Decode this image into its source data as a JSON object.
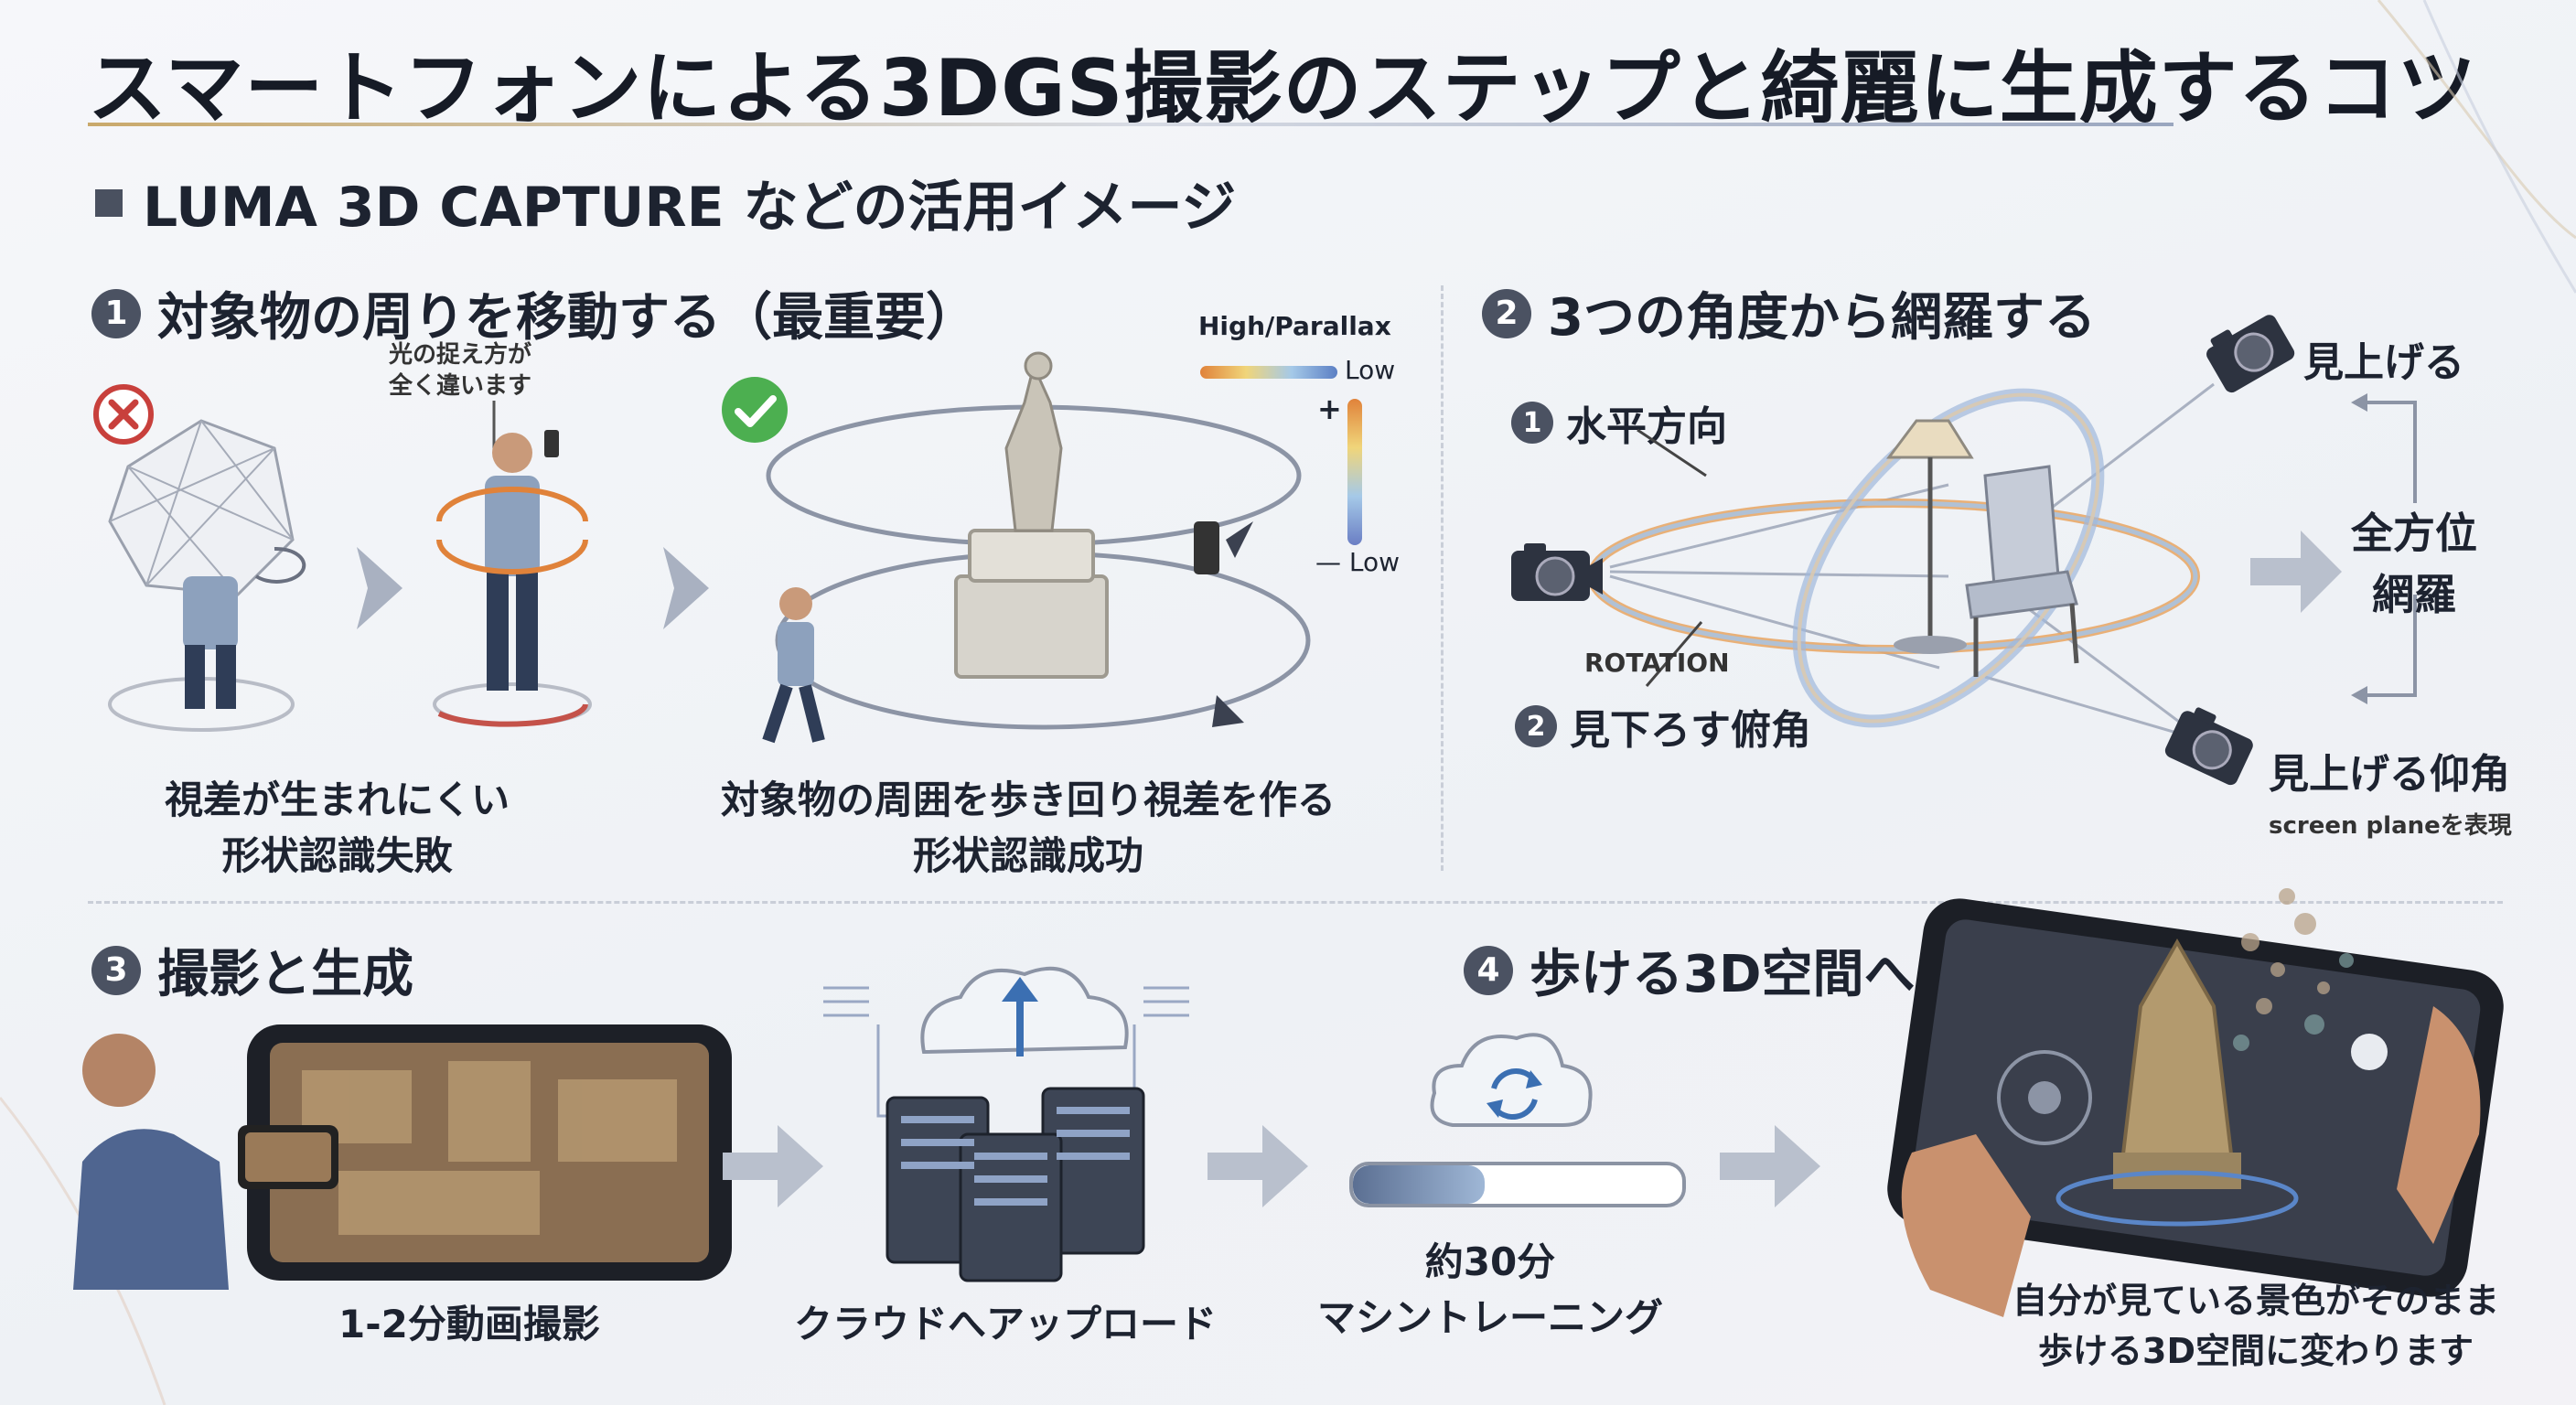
{
  "title": "スマートフォンによる3DGS撮影のステップと綺麗に生成するコツ",
  "subtitle": "LUMA 3D CAPTURE などの活用イメージ",
  "section1": {
    "number": "1",
    "heading": "対象物の周りを移動する（最重要）",
    "light_note_line1": "光の捉え方が",
    "light_note_line2": "全く違います",
    "fail_caption_line1": "視差が生まれにくい",
    "fail_caption_line2": "形状認識失敗",
    "success_caption_line1": "対象物の周囲を歩き回り視差を作る",
    "success_caption_line2": "形状認識成功",
    "parallax_legend": {
      "title": "High/Parallax",
      "low_top": "Low",
      "plus": "+",
      "minus": "—",
      "low_bottom": "Low"
    }
  },
  "section2": {
    "number": "2",
    "heading": "3つの角度から網羅する",
    "item1_number": "1",
    "item1": "水平方向",
    "item2_number": "2",
    "item2": "見下ろす俯角",
    "look_up_top": "見上げる",
    "look_up_bottom": "見上げる仰角",
    "rotation": "ROTATION",
    "all_around_line1": "全方位",
    "all_around_line2": "網羅",
    "screen_plane_note": "screen planeを表現"
  },
  "section3": {
    "number": "3",
    "heading": "撮影と生成",
    "step1": "1-2分動画撮影",
    "step2": "クラウドへアップロード",
    "step3_line1": "約30分",
    "step3_line2": "マシントレーニング",
    "progress_fraction": 0.4
  },
  "section4": {
    "number": "4",
    "heading": "歩ける3D空間へ",
    "caption_line1": "自分が見ている景色がそのまま",
    "caption_line2": "歩ける3D空間に変わります"
  },
  "colors": {
    "accent_dark": "#4b5262",
    "fail_red": "#c8403c",
    "success_green": "#4caf50",
    "arrow_gray": "#a9b1c1",
    "orange": "#e0823a",
    "blue": "#3b6fb2"
  }
}
